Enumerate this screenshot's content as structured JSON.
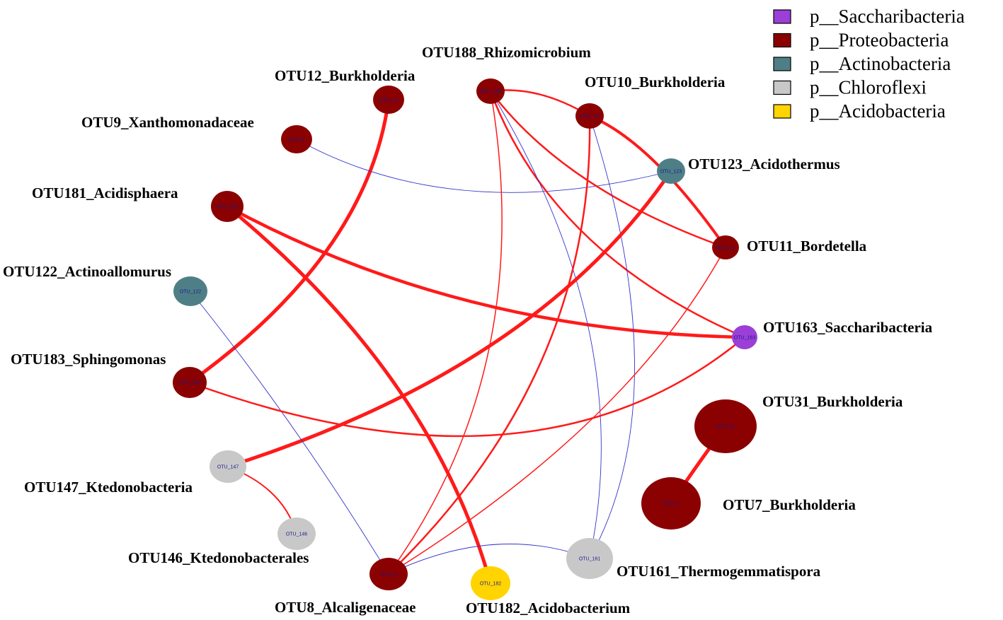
{
  "legend": {
    "items": [
      {
        "key": "saccharibacteria",
        "label": "p__Saccharibacteria",
        "color": "#9b3fd6"
      },
      {
        "key": "proteobacteria",
        "label": "p__Proteobacteria",
        "color": "#8b0000"
      },
      {
        "key": "actinobacteria",
        "label": "p__Actinobacteria",
        "color": "#4f7f86"
      },
      {
        "key": "chloroflexi",
        "label": "p__Chloroflexi",
        "color": "#c8c8c8"
      },
      {
        "key": "acidobacteria",
        "label": "p__Acidobacteria",
        "color": "#ffd400"
      }
    ]
  },
  "edge_colors": {
    "positive": "#ff1a1a",
    "negative": "#3333cc"
  },
  "nodes": [
    {
      "id": "otu12",
      "label": "OTU12_Burkholderia",
      "inner": "OTU_12",
      "phylum": "proteobacteria"
    },
    {
      "id": "otu188",
      "label": "OTU188_Rhizomicrobium",
      "inner": "OTU_188",
      "phylum": "proteobacteria"
    },
    {
      "id": "otu10",
      "label": "OTU10_Burkholderia",
      "inner": "OTU_10",
      "phylum": "proteobacteria"
    },
    {
      "id": "otu9",
      "label": "OTU9_Xanthomonadaceae",
      "inner": "OTU_9",
      "phylum": "proteobacteria"
    },
    {
      "id": "otu123",
      "label": "OTU123_Acidothermus",
      "inner": "OTU_123",
      "phylum": "actinobacteria"
    },
    {
      "id": "otu181",
      "label": "OTU181_Acidisphaera",
      "inner": "OTU_181",
      "phylum": "proteobacteria"
    },
    {
      "id": "otu11",
      "label": "OTU11_Bordetella",
      "inner": "OTU_11",
      "phylum": "proteobacteria"
    },
    {
      "id": "otu122",
      "label": "OTU122_Actinoallomurus",
      "inner": "OTU_122",
      "phylum": "actinobacteria"
    },
    {
      "id": "otu163",
      "label": "OTU163_Saccharibacteria",
      "inner": "OTU_163",
      "phylum": "saccharibacteria"
    },
    {
      "id": "otu183",
      "label": "OTU183_Sphingomonas",
      "inner": "OTU_183",
      "phylum": "proteobacteria"
    },
    {
      "id": "otu31",
      "label": "OTU31_Burkholderia",
      "inner": "OTU_31",
      "phylum": "proteobacteria"
    },
    {
      "id": "otu147",
      "label": "OTU147_Ktedonobacteria",
      "inner": "OTU_147",
      "phylum": "chloroflexi"
    },
    {
      "id": "otu7",
      "label": "OTU7_Burkholderia",
      "inner": "OTU_7",
      "phylum": "proteobacteria"
    },
    {
      "id": "otu146",
      "label": "OTU146_Ktedonobacterales",
      "inner": "OTU_146",
      "phylum": "chloroflexi"
    },
    {
      "id": "otu161",
      "label": "OTU161_Thermogemmatispora",
      "inner": "OTU_161",
      "phylum": "chloroflexi"
    },
    {
      "id": "otu8",
      "label": "OTU8_Alcaligenaceae",
      "inner": "OTU_8",
      "phylum": "proteobacteria"
    },
    {
      "id": "otu182",
      "label": "OTU182_Acidobacterium",
      "inner": "OTU_182",
      "phylum": "acidobacteria"
    }
  ],
  "edges": [
    {
      "source": "otu12",
      "target": "otu183",
      "sign": "positive"
    },
    {
      "source": "otu9",
      "target": "otu123",
      "sign": "negative"
    },
    {
      "source": "otu181",
      "target": "otu163",
      "sign": "positive"
    },
    {
      "source": "otu181",
      "target": "otu182",
      "sign": "positive"
    },
    {
      "source": "otu188",
      "target": "otu10",
      "sign": "positive"
    },
    {
      "source": "otu188",
      "target": "otu11",
      "sign": "positive"
    },
    {
      "source": "otu188",
      "target": "otu163",
      "sign": "positive"
    },
    {
      "source": "otu188",
      "target": "otu8",
      "sign": "positive"
    },
    {
      "source": "otu188",
      "target": "otu161",
      "sign": "negative"
    },
    {
      "source": "otu10",
      "target": "otu11",
      "sign": "positive"
    },
    {
      "source": "otu10",
      "target": "otu8",
      "sign": "positive"
    },
    {
      "source": "otu10",
      "target": "otu161",
      "sign": "negative"
    },
    {
      "source": "otu123",
      "target": "otu147",
      "sign": "positive"
    },
    {
      "source": "otu11",
      "target": "otu8",
      "sign": "positive"
    },
    {
      "source": "otu122",
      "target": "otu8",
      "sign": "negative"
    },
    {
      "source": "otu183",
      "target": "otu163",
      "sign": "positive"
    },
    {
      "source": "otu147",
      "target": "otu146",
      "sign": "positive"
    },
    {
      "source": "otu8",
      "target": "otu161",
      "sign": "negative"
    },
    {
      "source": "otu31",
      "target": "otu7",
      "sign": "positive"
    }
  ]
}
